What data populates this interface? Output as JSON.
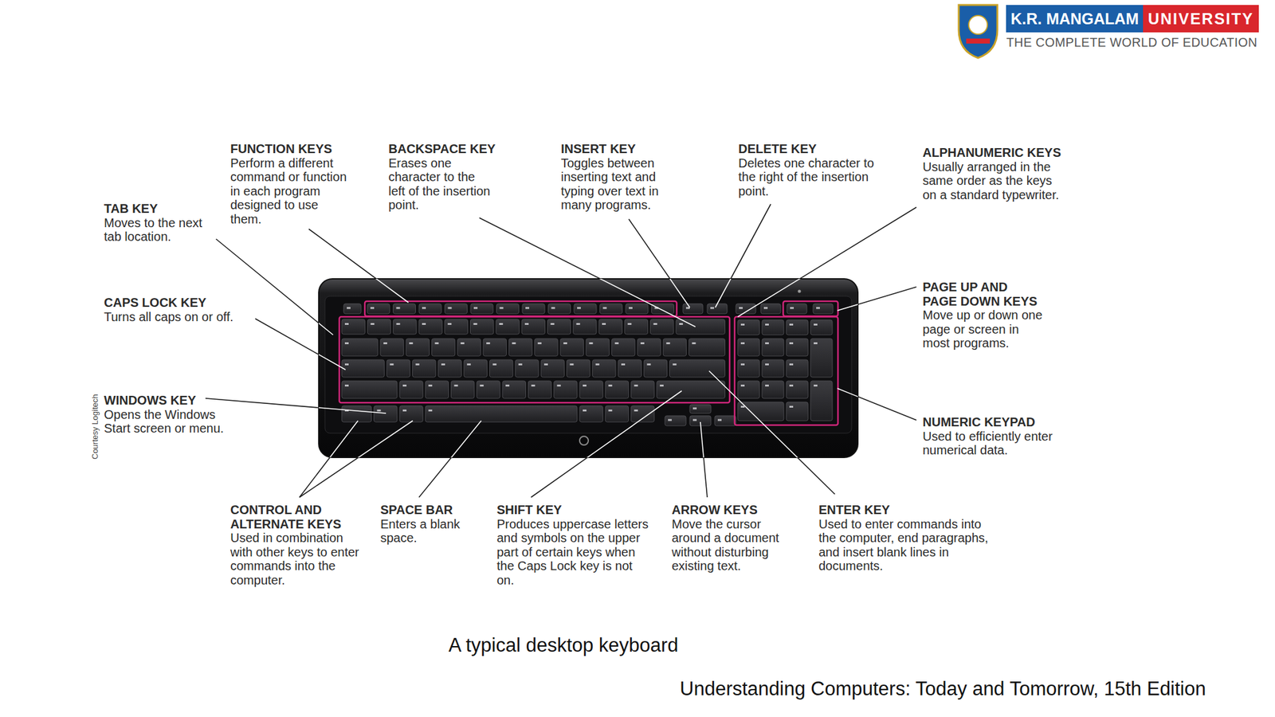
{
  "diagram": {
    "caption": "A typical desktop keyboard",
    "labels": [
      "K.R. MANGALAM",
      "UNIVERSITY",
      "THE COMPLETE WORLD OF EDUCATION",
      "FUNCTION KEYS",
      "Perform a different command or function in each program designed to use them.",
      "BACKSPACE KEY",
      "Erases one character to the left of the insertion point.",
      "INSERT KEY",
      "Toggles between inserting text and typing over text in many programs.",
      "DELETE KEY",
      "Deletes one character to the right of the insertion point.",
      "ALPHANUMERIC KEYS",
      "Usually arranged in the same order as the keys on a standard typewriter.",
      "TAB KEY",
      "Moves to the next tab location.",
      "CAPS LOCK KEY",
      "Turns all caps on or off.",
      "PAGE UP AND PAGE DOWN KEYS",
      "Move up or down one page or screen in most programs.",
      "WINDOWS KEY",
      "Opens the Windows Start screen or menu.",
      "NUMERIC KEYPAD",
      "Used to efficiently enter numerical data.",
      "CONTROL AND ALTERNATE KEYS",
      "Used in combination with other keys to enter commands into the computer.",
      "SPACE BAR",
      "Enters a blank space.",
      "SHIFT KEY",
      "Produces uppercase letters and symbols on the upper part of certain keys when the Caps Lock key is not on.",
      "ARROW KEYS",
      "Move the cursor around a document without disturbing existing text.",
      "ENTER KEY",
      "Used to enter commands into the computer, end paragraphs, and insert blank lines in documents.",
      "Courtesy Logitech",
      "Understanding Computers: Today and Tomorrow, 15th Edition"
    ]
  }
}
